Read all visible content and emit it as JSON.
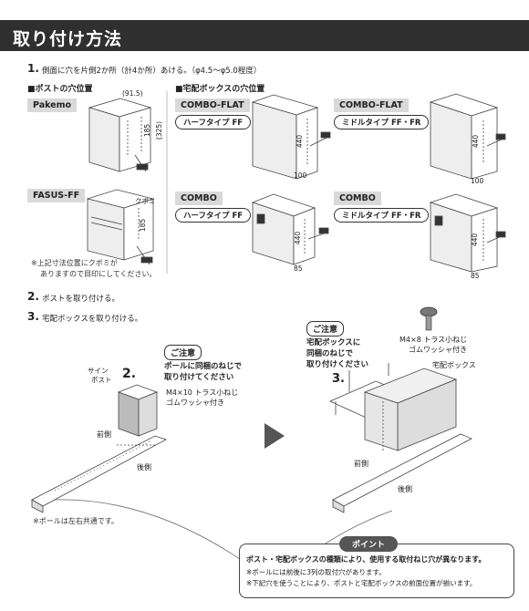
{
  "header": {
    "title": "取り付け方法"
  },
  "step1": {
    "num": "1.",
    "text": "側面に穴を片側2か所（計4か所）あける。（φ4.5〜φ5.0程度）"
  },
  "post_section": {
    "heading": "■ポストの穴位置",
    "pakemo": {
      "label": "Pakemo",
      "dims": [
        "(91.5)",
        "185",
        "(325)"
      ]
    },
    "fasus": {
      "label": "FASUS-FF",
      "dims": [
        "クボミ",
        "185"
      ]
    },
    "note": [
      "※上記寸法位置にクボミが",
      "ありますので目印にしてください。"
    ]
  },
  "box_section": {
    "heading": "■宅配ボックスの穴位置",
    "items": [
      {
        "label": "COMBO-FLAT",
        "type": "ハーフタイプ FF",
        "dims": [
          "440",
          "100"
        ]
      },
      {
        "label": "COMBO-FLAT",
        "type": "ミドルタイプ FF・FR",
        "dims": [
          "440",
          "100"
        ]
      },
      {
        "label": "COMBO",
        "type": "ハーフタイプ FF",
        "dims": [
          "440",
          "85"
        ]
      },
      {
        "label": "COMBO",
        "type": "ミドルタイプ FF・FR",
        "dims": [
          "440",
          "85"
        ]
      }
    ]
  },
  "step2": {
    "num": "2.",
    "text": "ポストを取り付ける。"
  },
  "step3": {
    "num": "3.",
    "text": "宅配ボックスを取り付ける。"
  },
  "left_diagram": {
    "sign_post": [
      "サイン",
      "ポスト"
    ],
    "step_num": "2.",
    "caution_title": "ご注意",
    "caution_text": [
      "ポールに同梱のねじで",
      "取り付けてください"
    ],
    "screw": [
      "M4×10 トラス小ねじ",
      "ゴムワッシャ付き"
    ],
    "front": "前側",
    "back": "後側",
    "note": "※ポールは左右共通です。"
  },
  "right_diagram": {
    "caution_title": "ご注意",
    "caution_text": [
      "宅配ボックスに",
      "同梱のねじで",
      "取り付けください"
    ],
    "screw": [
      "M4×8 トラス小ねじ",
      "ゴムワッシャ付き"
    ],
    "step_num": "3.",
    "box_label": "宅配ボックス",
    "front": "前側",
    "back": "後側"
  },
  "point": {
    "tag": "ポイント",
    "line1": "ポスト・宅配ボックスの種類により、使用する取付ねじ穴が異なります。",
    "line2": "※ポールには前後に3列の取付穴があります。",
    "line3": "※下記穴を使うことにより、ポストと宅配ボックスの前面位置が揃います。"
  }
}
